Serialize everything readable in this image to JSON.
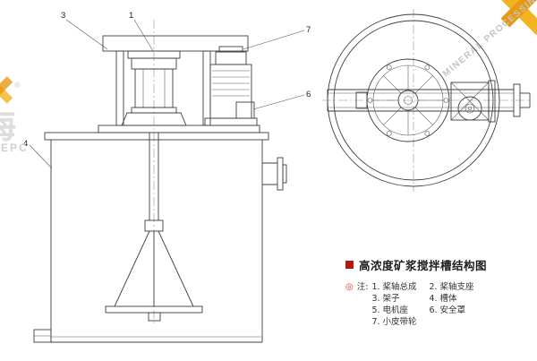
{
  "page": {
    "background": "#ffffff"
  },
  "watermarks": {
    "diagonal_text": "MINERAL PROCESSING EPC",
    "left_char": "海",
    "left_reg": "®",
    "left_epc": "EPC"
  },
  "callouts": {
    "c1": "1",
    "c3": "3",
    "c4": "4",
    "c6": "6",
    "c7": "7"
  },
  "legend": {
    "title": "高浓度矿浆搅拌槽结构图",
    "note_bullet": "◎",
    "note_label": "注:",
    "rows": [
      [
        "1. 桨轴总成",
        "2. 桨轴支座"
      ],
      [
        "3. 架子",
        "4. 槽体"
      ],
      [
        "5. 电机座",
        "6. 安全罩"
      ],
      [
        "7. 小皮带轮",
        ""
      ]
    ]
  },
  "colors": {
    "line": "#3f3f3f",
    "accent_red": "#b21a10",
    "note_red": "#cf3a1e",
    "watermark_yellow": "#f4b321",
    "watermark_gray": "#cfcfcf"
  }
}
